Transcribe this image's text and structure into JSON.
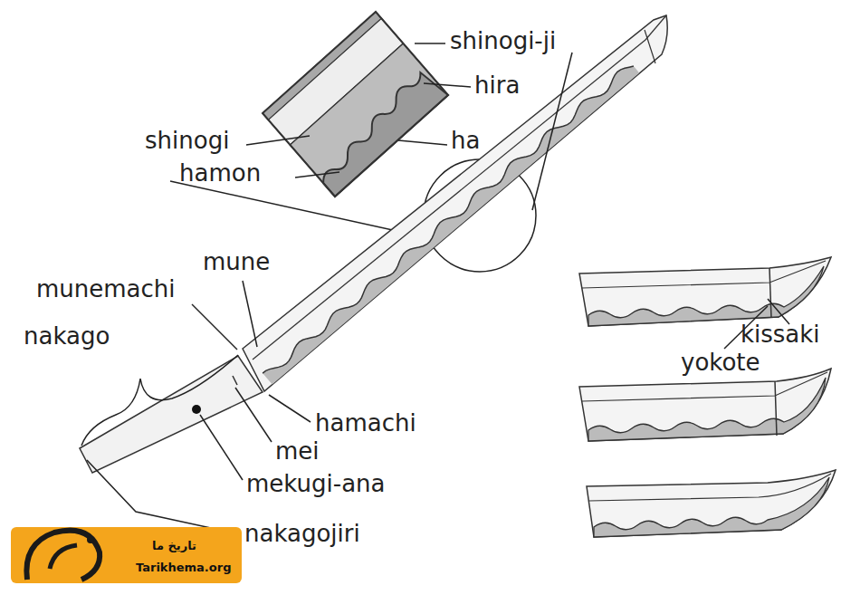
{
  "diagram": {
    "labels": [
      "shinogi-ji",
      "hira",
      "shinogi",
      "ha",
      "hamon",
      "mune",
      "munemachi",
      "nakago",
      "hamachi",
      "mei",
      "mekugi-ana",
      "nakagojiri",
      "kissaki",
      "yokote",
      "تاریخ ما",
      "Tarikhema.org"
    ]
  }
}
